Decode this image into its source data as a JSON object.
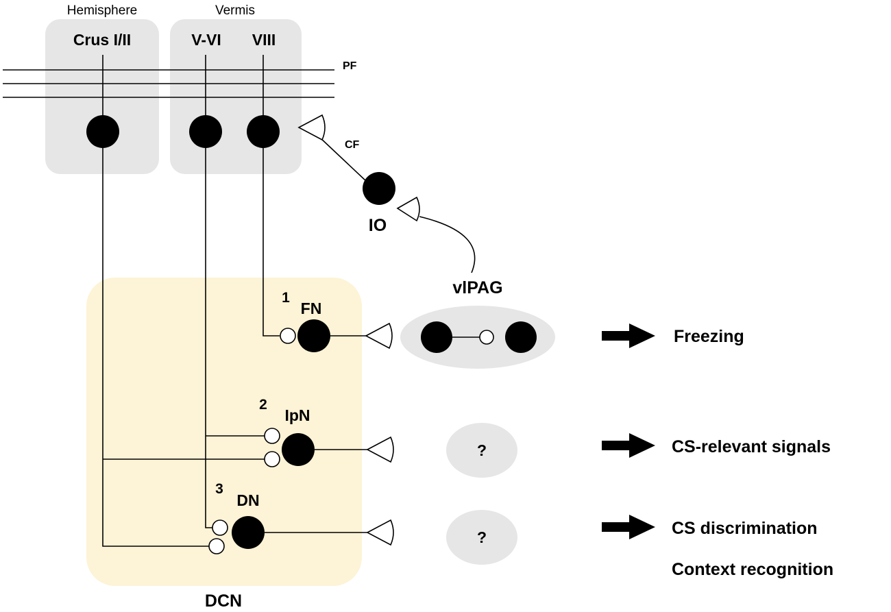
{
  "regions": {
    "hemisphere": "Hemisphere",
    "vermis": "Vermis",
    "crus": "Crus I/II",
    "v_vi": "V-VI",
    "viii": "VIII",
    "dcn": "DCN",
    "fill_cortex": "#e6e6e6",
    "fill_dcn": "#fdf3d6"
  },
  "fibers": {
    "pf": "PF",
    "cf": "CF",
    "io": "IO",
    "vlpag": "vlPAG"
  },
  "nuclei": {
    "fn_num": "1",
    "fn": "FN",
    "ipn_num": "2",
    "ipn": "IpN",
    "dn_num": "3",
    "dn": "DN"
  },
  "targets": {
    "unknown_1": "?",
    "unknown_2": "?"
  },
  "outputs": {
    "freezing": "Freezing",
    "cs_relevant": "CS-relevant signals",
    "cs_discrimination": "CS discrimination",
    "context_recognition": "Context recognition"
  }
}
